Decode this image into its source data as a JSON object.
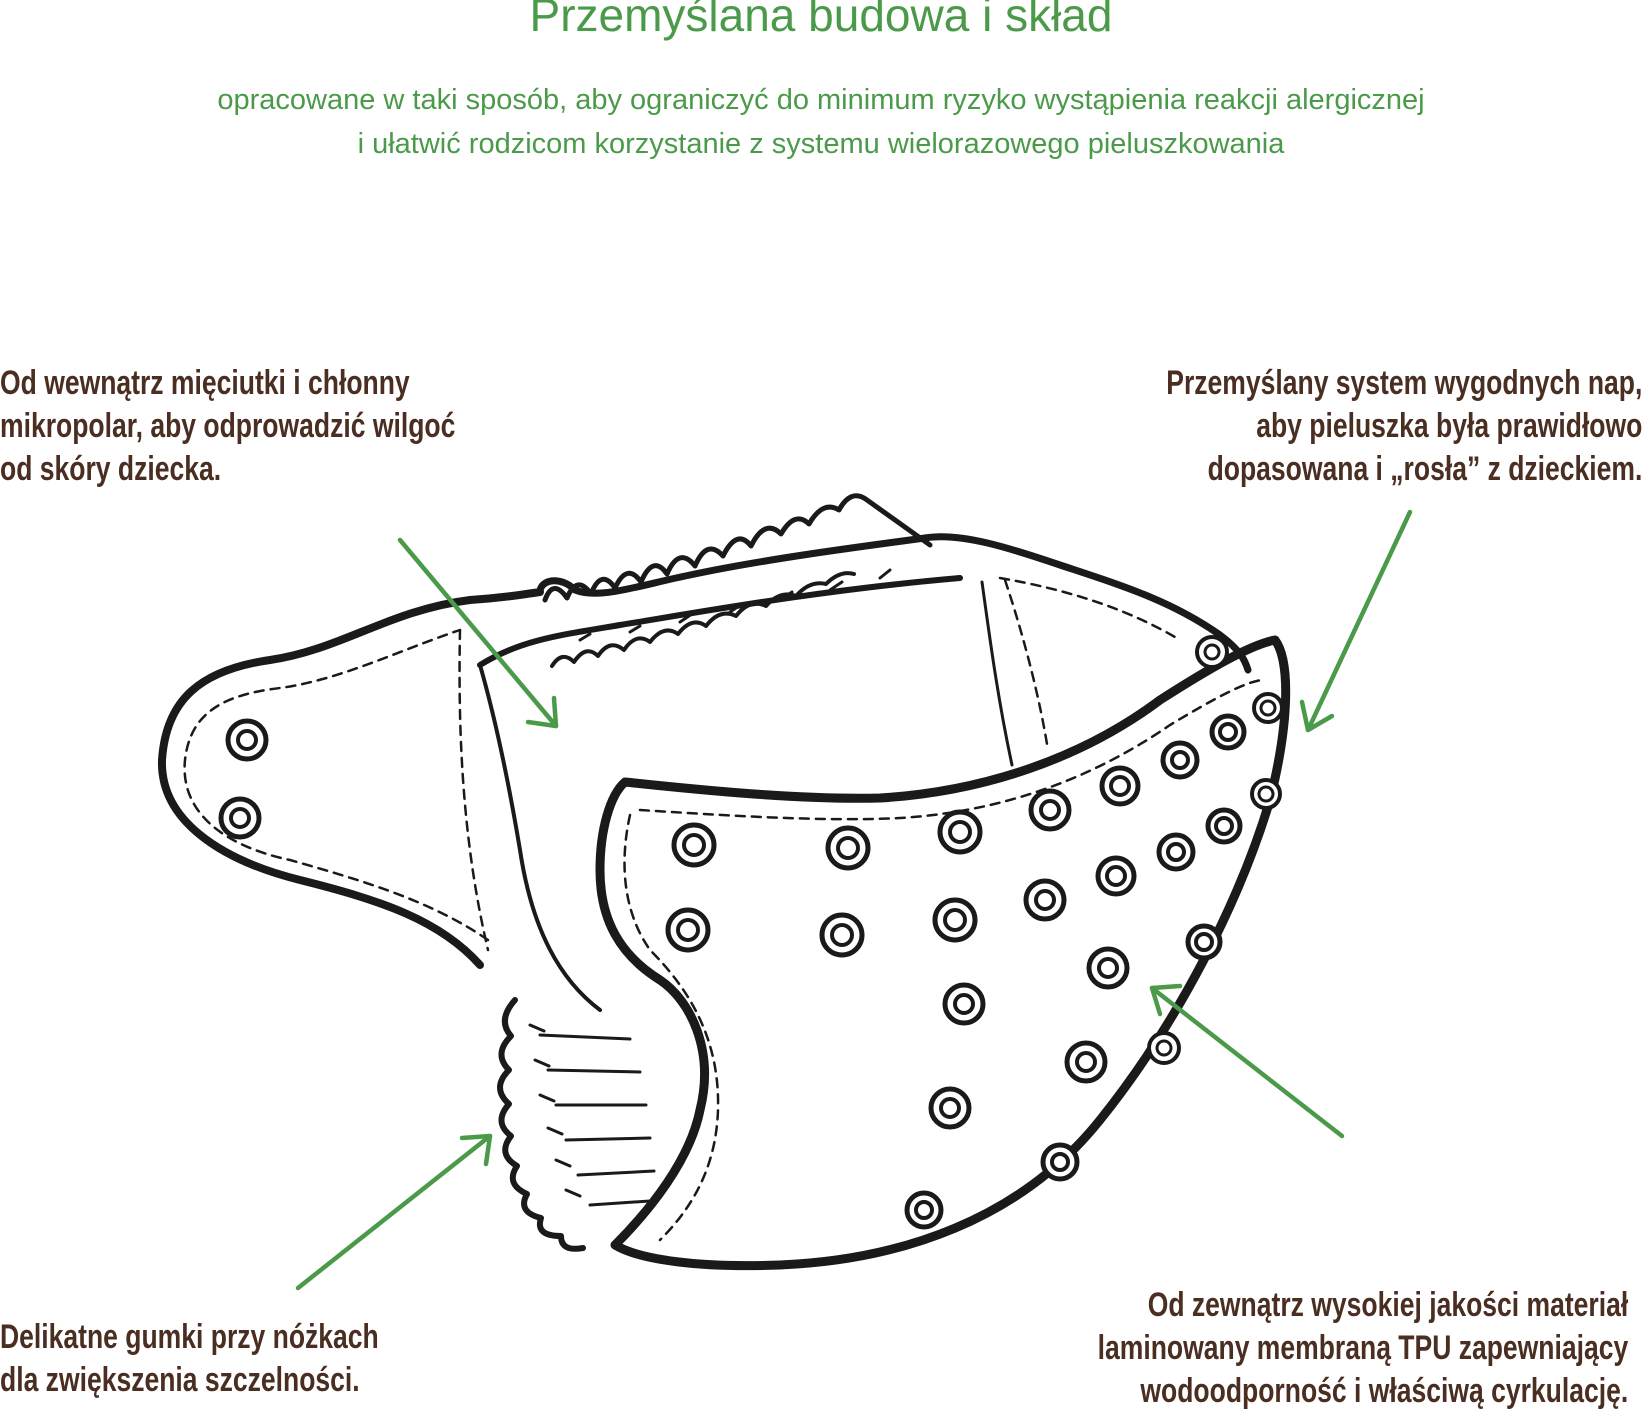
{
  "header": {
    "title": "Przemyślana budowa i skład",
    "subtitle_lines": [
      "opracowane w taki sposób, aby ograniczyć do minimum ryzyko wystąpienia reakcji alergicznej",
      "i ułatwić rodzicom korzystanie z systemu wielorazowego pieluszkowania"
    ]
  },
  "callouts": {
    "inner_layer": {
      "lines": [
        "Od wewnątrz mięciutki i chłonny",
        "mikropolar, aby odprowadzić wilgoć",
        "od skóry dziecka."
      ]
    },
    "snaps": {
      "lines": [
        "Przemyślany system wygodnych nap,",
        "aby pieluszka była prawidłowo",
        "dopasowana i „rosła” z dzieckiem."
      ]
    },
    "leg_elastics": {
      "lines": [
        "Delikatne gumki przy nóżkach",
        "dla zwiększenia szczelności."
      ]
    },
    "outer_layer": {
      "lines": [
        "Od zewnątrz wysokiej jakości materiał",
        "laminowany membraną TPU zapewniający",
        "wodoodporność i właściwą cyrkulację."
      ]
    }
  },
  "colors": {
    "accent_green": "#4a9a4a",
    "callout_text": "#4a2e22",
    "line_art": "#1a1a1a"
  },
  "icons": [
    "diaper-illustration",
    "arrow-icon",
    "snap-icon"
  ]
}
